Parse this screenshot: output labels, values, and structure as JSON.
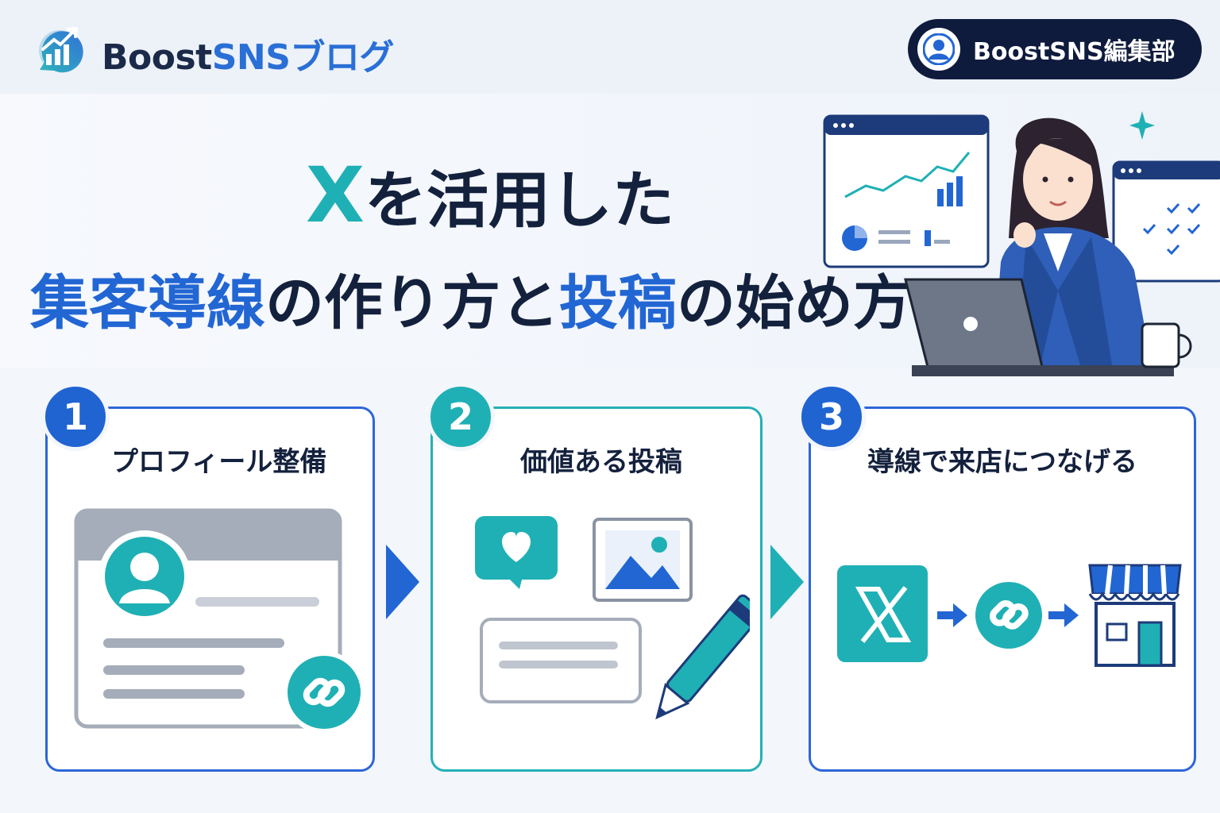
{
  "header": {
    "brand_part1": "Boost",
    "brand_part2": "SNSブログ",
    "author": "BoostSNS編集部"
  },
  "hero": {
    "title_x": "X",
    "title_line1_rest": "を活用した",
    "title_line2": [
      {
        "text": "集客導線",
        "color": "blue"
      },
      {
        "text": "の作り方と",
        "color": "dark"
      },
      {
        "text": "投稿",
        "color": "blue"
      },
      {
        "text": "の始め方",
        "color": "dark"
      }
    ]
  },
  "steps": [
    {
      "number": "1",
      "title": "プロフィール整備"
    },
    {
      "number": "2",
      "title": "価値ある投稿"
    },
    {
      "number": "3",
      "title": "導線で来店につなげる"
    }
  ],
  "colors": {
    "blue": "#2266d4",
    "teal": "#1fb0b5",
    "navy": "#0f1b3d",
    "dark_text": "#14213d"
  }
}
